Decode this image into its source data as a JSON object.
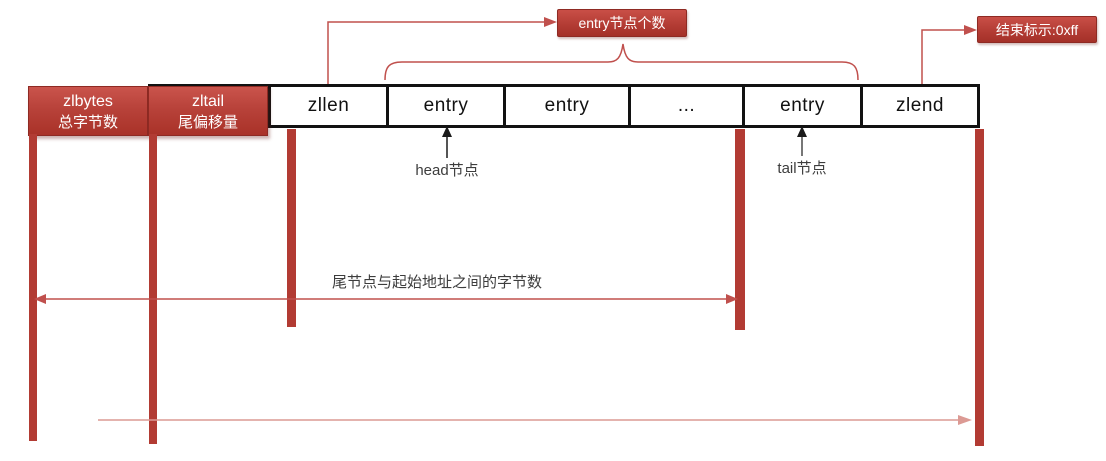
{
  "boxes": {
    "zlbytes": {
      "label": "zlbytes",
      "sublabel": "总字节数"
    },
    "zltail": {
      "label": "zltail",
      "sublabel": "尾偏移量"
    },
    "zllen": {
      "label": "zllen"
    },
    "entry1": {
      "label": "entry"
    },
    "entry2": {
      "label": "entry"
    },
    "dots": {
      "label": "..."
    },
    "entry3": {
      "label": "entry"
    },
    "zlend": {
      "label": "zlend"
    }
  },
  "callouts": {
    "entry_count": "entry节点个数",
    "end_marker": "结束标示:0xff"
  },
  "annotations": {
    "head_node": "head节点",
    "tail_node": "tail节点",
    "tail_offset": "尾节点与起始地址之间的字节数"
  },
  "colors": {
    "box_red": "#b23b33",
    "box_red_light": "#ca544c",
    "box_red_dark": "#a43128",
    "line_red": "#c0504d",
    "line_red_light": "#dc9a94",
    "border_black": "#121212",
    "text_dark": "#3d3d3d"
  }
}
